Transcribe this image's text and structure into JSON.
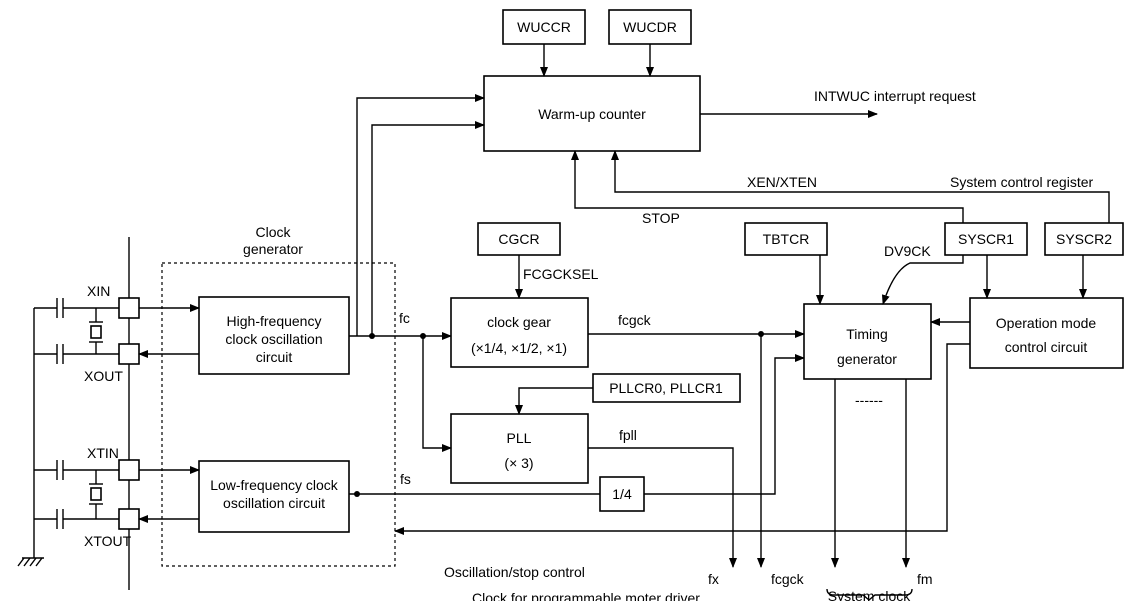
{
  "registers": {
    "wuccr": "WUCCR",
    "wucdr": "WUCDR",
    "cgcr": "CGCR",
    "tbtcr": "TBTCR",
    "syscr1": "SYSCR1",
    "syscr2": "SYSCR2",
    "pllcr": "PLLCR0, PLLCR1"
  },
  "blocks": {
    "warmup": "Warm-up counter",
    "clock_generator": [
      "Clock",
      "generator"
    ],
    "high_osc": [
      "High-frequency",
      "clock oscillation",
      "circuit"
    ],
    "low_osc": [
      "Low-frequency clock",
      "oscillation circuit"
    ],
    "clock_gear": [
      "clock gear",
      "(×1/4, ×1/2, ×1)"
    ],
    "pll": [
      "PLL",
      "(× 3)"
    ],
    "divider": "1/4",
    "timing": [
      "Timing",
      "generator"
    ],
    "opmode": [
      "Operation mode",
      "control circuit"
    ]
  },
  "pins": {
    "xin": "XIN",
    "xout": "XOUT",
    "xtin": "XTIN",
    "xtout": "XTOUT"
  },
  "signals": {
    "intwuc": "INTWUC  interrupt request",
    "xen_xten": "XEN/XTEN",
    "system_control_register": "System control register",
    "stop": "STOP",
    "dv9ck": "DV9CK",
    "fcgcksel": "FCGCKSEL",
    "fc": "fc",
    "fcgck": "fcgck",
    "fpll": "fpll",
    "fs": "fs",
    "fx": "fx",
    "fcgck_out": "fcgck",
    "fm": "fm",
    "dots": "------",
    "osc_stop": "Oscillation/stop control",
    "moter_clock": "Clock for programmable moter driver",
    "system_clock": "System clock"
  }
}
